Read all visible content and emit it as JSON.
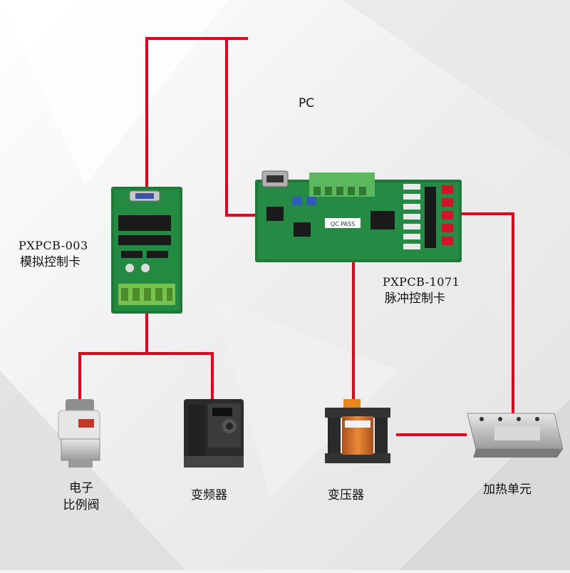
{
  "labels": {
    "pc": "PC",
    "analog_card_model": "PXPCB-003",
    "analog_card_name": "模拟控制卡",
    "pulse_card_model": "PXPCB-1071",
    "pulse_card_name": "脉冲控制卡",
    "valve_line1": "电子",
    "valve_line2": "比例阀",
    "inverter": "变频器",
    "transformer": "变压器",
    "heater": "加热单元"
  },
  "board_markings": {
    "qc_pass": "QC PASS"
  },
  "colors": {
    "wire": "#e8001c",
    "pcb": "#1f7a3a",
    "pcb_dark": "#135a29",
    "terminal_green": "#6ab04c",
    "background": "#f4f4f4"
  }
}
